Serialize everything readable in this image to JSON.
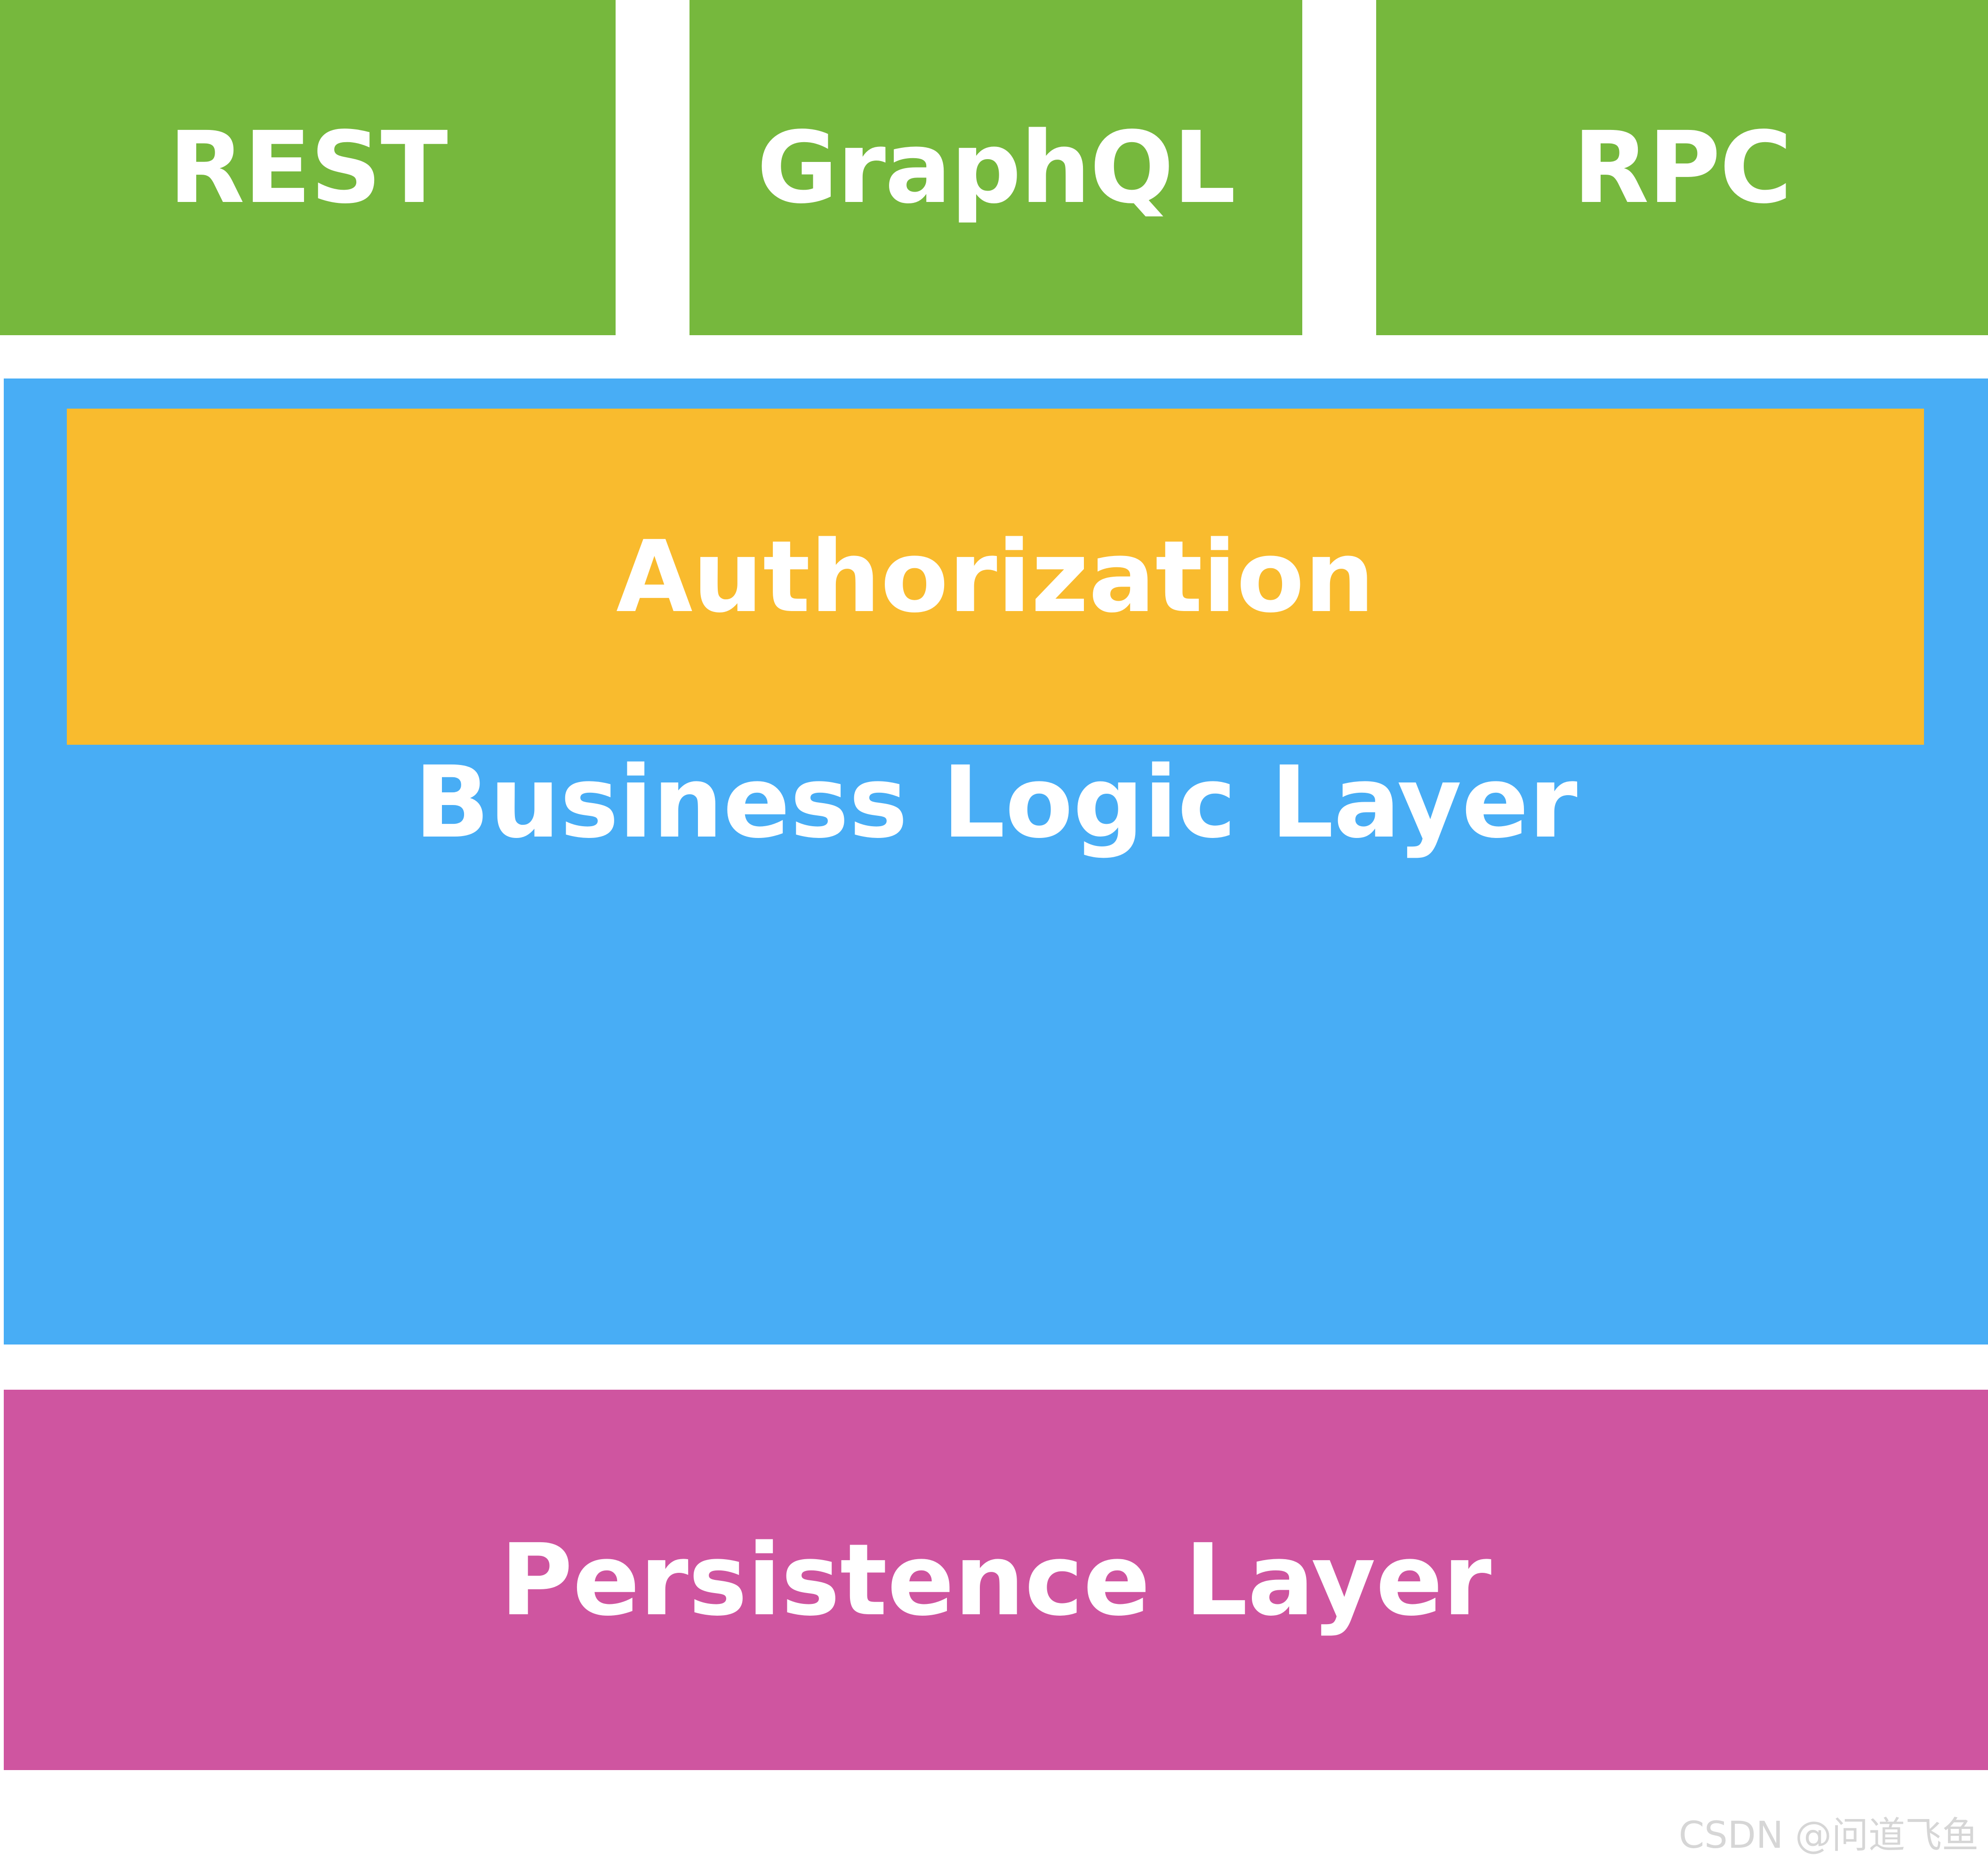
{
  "api_layer": {
    "items": [
      {
        "label": "REST"
      },
      {
        "label": "GraphQL"
      },
      {
        "label": "RPC"
      }
    ],
    "color": "#76b83d"
  },
  "business_layer": {
    "label": "Business Logic Layer",
    "color": "#48adf5",
    "authorization": {
      "label": "Authorization",
      "color": "#f9bb2e"
    }
  },
  "persistence_layer": {
    "label": "Persistence Layer",
    "color": "#cf55a0"
  },
  "watermark": "CSDN @问道飞鱼"
}
